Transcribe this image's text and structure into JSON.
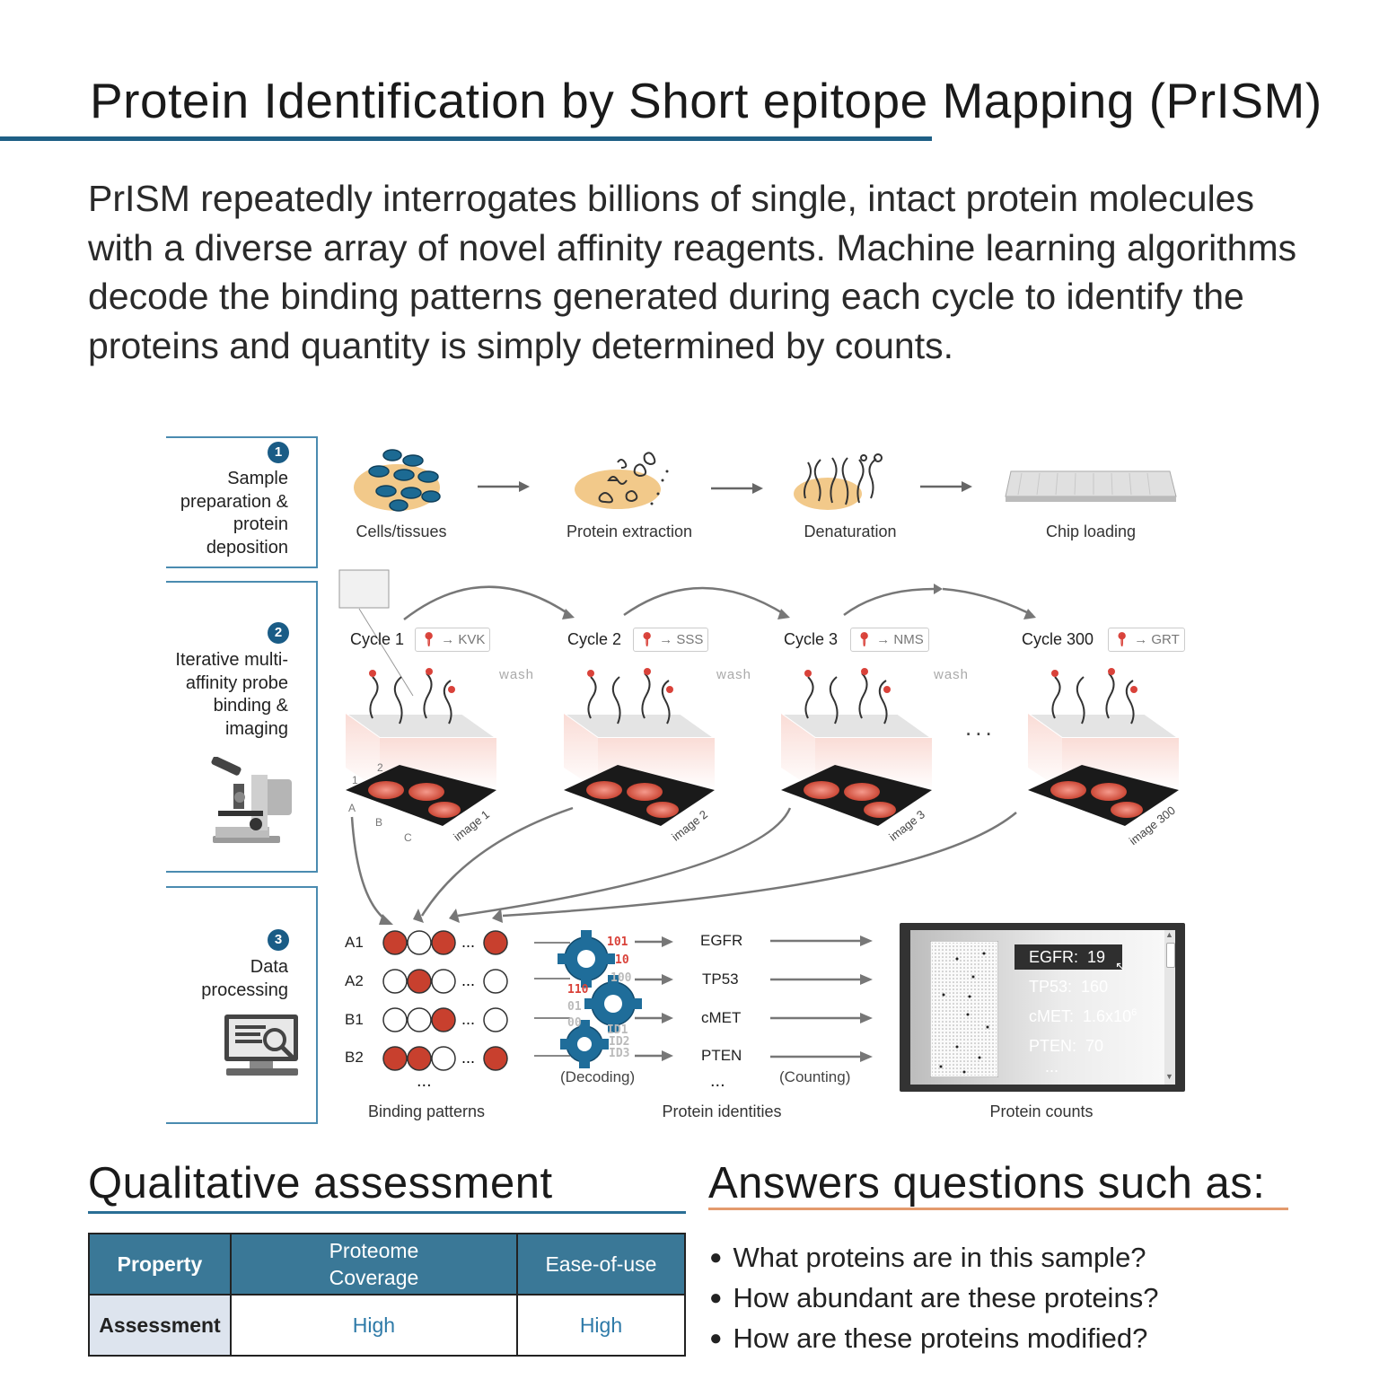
{
  "title": "Protein Identification by Short epitope Mapping (PrISM)",
  "intro": "PrISM repeatedly interrogates billions of single, intact protein molecules with a diverse array of novel affinity reagents. Machine learning algorithms decode the binding patterns generated during each cycle to identify the proteins and quantity is simply determined by counts.",
  "steps": [
    {
      "number": "1",
      "label": "Sample preparation & protein deposition"
    },
    {
      "number": "2",
      "label": "Iterative multi-affinity probe binding & imaging"
    },
    {
      "number": "3",
      "label": "Data processing"
    }
  ],
  "prep_steps": [
    "Cells/tissues",
    "Protein extraction",
    "Denaturation",
    "Chip loading"
  ],
  "cycles": [
    {
      "label": "Cycle 1",
      "probe": "KVK",
      "image": "image 1"
    },
    {
      "label": "Cycle 2",
      "probe": "SSS",
      "image": "image 2"
    },
    {
      "label": "Cycle 3",
      "probe": "NMS",
      "image": "image 3"
    },
    {
      "label": "Cycle 300",
      "probe": "GRT",
      "image": "image 300"
    }
  ],
  "wash_label": "wash",
  "ellipsis": "...",
  "grid_axis": {
    "cols": [
      "1",
      "2"
    ],
    "rows": [
      "A",
      "B",
      "C"
    ]
  },
  "binding_rows": [
    {
      "label": "A1",
      "pattern": [
        1,
        0,
        1,
        1
      ]
    },
    {
      "label": "A2",
      "pattern": [
        0,
        1,
        0,
        0
      ]
    },
    {
      "label": "B1",
      "pattern": [
        0,
        0,
        1,
        0
      ]
    },
    {
      "label": "B2",
      "pattern": [
        1,
        1,
        0,
        1
      ]
    }
  ],
  "binary_fragments": [
    "101",
    "10",
    "100",
    "110",
    "01",
    "00",
    "ID1",
    "ID2",
    "ID3"
  ],
  "identities": [
    "EGFR",
    "TP53",
    "cMET",
    "PTEN"
  ],
  "decoding_label": "(Decoding)",
  "counting_label": "(Counting)",
  "captions": {
    "binding": "Binding patterns",
    "identities": "Protein identities",
    "counts": "Protein counts"
  },
  "counts": [
    {
      "name": "EGFR:",
      "value": "19"
    },
    {
      "name": "TP53:",
      "value": "160"
    },
    {
      "name": "cMET:",
      "value": "1.6x10",
      "sup": "6"
    },
    {
      "name": "PTEN:",
      "value": "70"
    }
  ],
  "qualitative": {
    "title": "Qualitative assessment",
    "headers": [
      "Property",
      "Proteome Coverage",
      "Ease-of-use"
    ],
    "row": [
      "Assessment",
      "High",
      "High"
    ]
  },
  "answers": {
    "title": "Answers questions such as:",
    "items": [
      "What proteins are in this sample?",
      "How abundant are these proteins?",
      "How are these proteins modified?"
    ]
  },
  "colors": {
    "accent_blue": "#1e5f85",
    "probe_red": "#d9423a",
    "rule_orange": "#e39a6d",
    "table_header": "#3a7897"
  }
}
